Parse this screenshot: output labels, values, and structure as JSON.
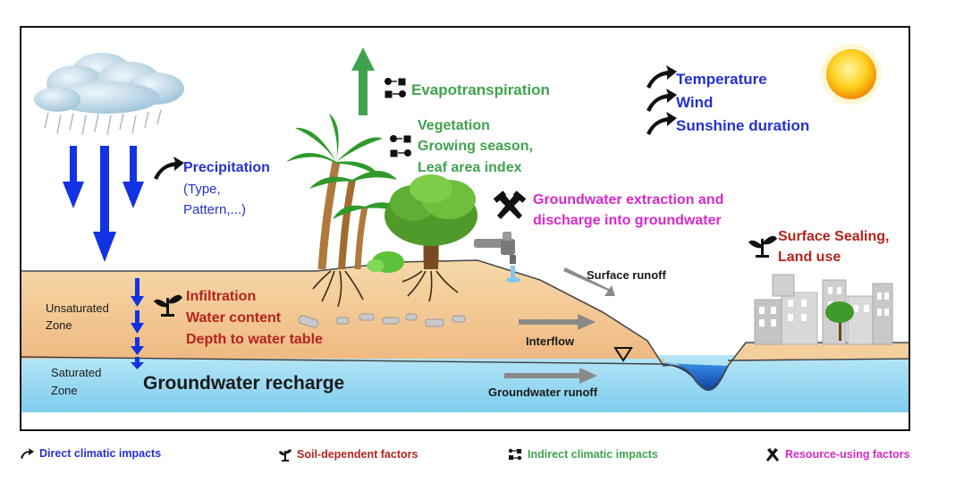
{
  "labels": {
    "precipitation": "Precipitation",
    "precipitation_detail_1": "(Type,",
    "precipitation_detail_2": "Pattern,...)",
    "evapotranspiration": "Evapotranspiration",
    "vegetation": "Vegetation",
    "growing_season": "Growing season,",
    "leaf_area_index": "Leaf area index",
    "temperature": "Temperature",
    "wind": "Wind",
    "sunshine_duration": "Sunshine duration",
    "groundwater_extraction_1": "Groundwater extraction and",
    "groundwater_extraction_2": "discharge into groundwater",
    "surface_sealing": "Surface Sealing,",
    "land_use": "Land use",
    "surface_runoff": "Surface runoff",
    "infiltration": "Infiltration",
    "water_content": "Water content",
    "depth_to_water_table": "Depth to water table",
    "unsaturated_zone_1": "Unsaturated",
    "unsaturated_zone_2": "Zone",
    "saturated_zone_1": "Saturated",
    "saturated_zone_2": "Zone",
    "groundwater_recharge": "Groundwater recharge",
    "interflow": "Interflow",
    "groundwater_runoff": "Groundwater runoff"
  },
  "legend": {
    "direct": "Direct climatic impacts",
    "soil": "Soil-dependent factors",
    "indirect": "Indirect climatic impacts",
    "resource": "Resource-using factors"
  },
  "colors": {
    "direct": "#2431d6",
    "indirect": "#3fa34d",
    "soil": "#b3241c",
    "resource": "#d629c9",
    "unsaturated_zone": "#f2c994",
    "saturated_zone": "#9fdcf2",
    "river": "#1c6fd1"
  },
  "icons": {
    "direct": "curved-arrow-icon",
    "soil": "sprout-icon",
    "indirect": "connector-nodes-icon",
    "resource": "crossed-hammers-icon"
  }
}
